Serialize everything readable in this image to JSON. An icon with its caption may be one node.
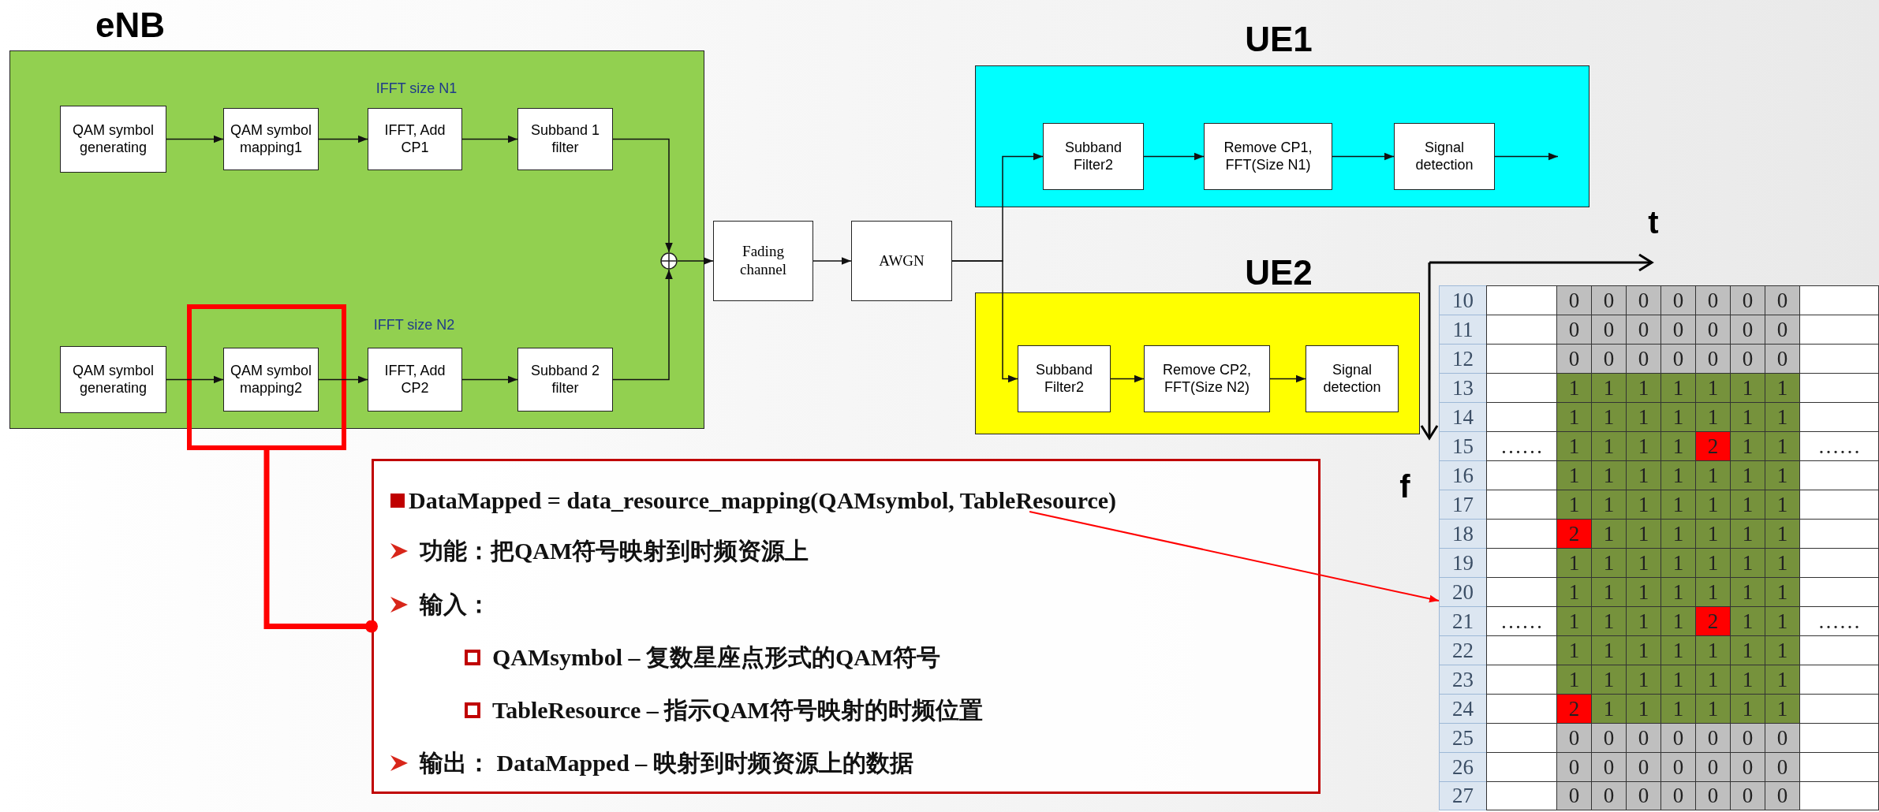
{
  "diagram": {
    "nodes": [
      {
        "text": [
          "eNB"
        ]
      },
      {
        "text": [
          "QAM symbol generating"
        ],
        "in": 0
      },
      {
        "text": [
          "QAM symbol mapping1"
        ],
        "in": 0
      },
      {
        "text": [
          "IFFT, Add CP1"
        ],
        "in": 0
      },
      {
        "text": [
          "Subband 1 filter"
        ],
        "in": 0
      },
      {
        "text": [
          "QAM symbol generating"
        ],
        "in": 0
      },
      {
        "text": [
          "QAM symbol mapping2"
        ],
        "in": 20
      },
      {
        "text": [
          "IFFT, Add CP2"
        ],
        "in": 0
      },
      {
        "text": [
          "Subband 2 filter"
        ],
        "in": 0
      },
      {
        "text": [],
        "shape": "circle",
        "in": 0
      },
      {
        "text": [
          "Fading channel"
        ]
      },
      {
        "text": [
          "AWGN"
        ]
      },
      {
        "text": [
          "UE1"
        ]
      },
      {
        "text": [
          "Subband Filter2"
        ],
        "in": 12
      },
      {
        "text": [
          "Remove CP1, FFT(Size N1)"
        ],
        "in": 12
      },
      {
        "text": [
          "Signal detection"
        ],
        "in": 12
      },
      {
        "text": [
          "UE2"
        ]
      },
      {
        "text": [
          "Subband Filter2"
        ],
        "in": 16
      },
      {
        "text": [
          "Remove CP2, FFT(Size N2)"
        ],
        "in": 16
      },
      {
        "text": [
          "Signal detection"
        ],
        "in": 16
      },
      {
        "text": [],
        "shape": "box"
      },
      {
        "text": [
          "DataMapped = data_resource_mapping(QAMsymbol, TableResource)",
          "功能：把QAM符号映射到时频资源上",
          "输入：",
          "QAMsymbol – 复数星座点形式的QAM符号",
          "TableResource – 指示QAM符号映射的时频位置",
          "输出： DataMapped – 映射到时频资源上的数据"
        ]
      },
      {
        "text": [],
        "shape": "table"
      }
    ],
    "edges": [
      {
        "from": 1,
        "to": 2,
        "arrow": "to"
      },
      {
        "from": 2,
        "to": 3,
        "arrow": "to"
      },
      {
        "from": 3,
        "to": 4,
        "arrow": "to"
      },
      {
        "from": 4,
        "to": 9,
        "arrow": "to"
      },
      {
        "from": 5,
        "to": 6,
        "arrow": "to"
      },
      {
        "from": 6,
        "to": 7,
        "arrow": "to"
      },
      {
        "from": 7,
        "to": 8,
        "arrow": "to"
      },
      {
        "from": 8,
        "to": 9,
        "arrow": "to"
      },
      {
        "from": 9,
        "to": 10,
        "arrow": "to"
      },
      {
        "from": 10,
        "to": 11,
        "arrow": "to"
      },
      {
        "from": 11,
        "to": 13,
        "arrow": "to"
      },
      {
        "from": 11,
        "to": 17,
        "arrow": "to"
      },
      {
        "from": 13,
        "to": 14,
        "arrow": "to"
      },
      {
        "from": 14,
        "to": 15,
        "arrow": "to"
      },
      {
        "from": 15,
        "to": null,
        "arrow": "to"
      },
      {
        "from": 17,
        "to": 18,
        "arrow": "to"
      },
      {
        "from": 18,
        "to": 19,
        "arrow": "to"
      },
      {
        "from": 20,
        "to": 21,
        "arrow": "other",
        "style": "thick",
        "color": "#ff0000"
      },
      {
        "from": 21,
        "to": 22,
        "arrow": "to",
        "color": "#ff0000"
      }
    ],
    "labels": [
      "IFFT size N1",
      "IFFT size N2",
      "t",
      "f",
      "10",
      "0",
      "0",
      "0",
      "0",
      "0",
      "0",
      "0",
      "11",
      "0",
      "0",
      "0",
      "0",
      "0",
      "0",
      "0",
      "12",
      "0",
      "0",
      "0",
      "0",
      "0",
      "0",
      "0",
      "13",
      "1",
      "1",
      "1",
      "1",
      "1",
      "1",
      "1",
      "14",
      "1",
      "1",
      "1",
      "1",
      "1",
      "1",
      "1",
      "15",
      "……",
      "1",
      "1",
      "1",
      "1",
      "2",
      "1",
      "1",
      "……",
      "16",
      "1",
      "1",
      "1",
      "1",
      "1",
      "1",
      "1",
      "17",
      "1",
      "1",
      "1",
      "1",
      "1",
      "1",
      "1",
      "18",
      "2",
      "1",
      "1",
      "1",
      "1",
      "1",
      "1",
      "19",
      "1",
      "1",
      "1",
      "1",
      "1",
      "1",
      "1",
      "20",
      "1",
      "1",
      "1",
      "1",
      "1",
      "1",
      "1",
      "21",
      "……",
      "1",
      "1",
      "1",
      "1",
      "2",
      "1",
      "1",
      "……",
      "22",
      "1",
      "1",
      "1",
      "1",
      "1",
      "1",
      "1",
      "23",
      "1",
      "1",
      "1",
      "1",
      "1",
      "1",
      "1",
      "24",
      "2",
      "1",
      "1",
      "1",
      "1",
      "1",
      "1",
      "25",
      "0",
      "0",
      "0",
      "0",
      "0",
      "0",
      "0",
      "26",
      "0",
      "0",
      "0",
      "0",
      "0",
      "0",
      "0",
      "27",
      "0",
      "0",
      "0",
      "0",
      "0",
      "0",
      "0"
    ]
  }
}
